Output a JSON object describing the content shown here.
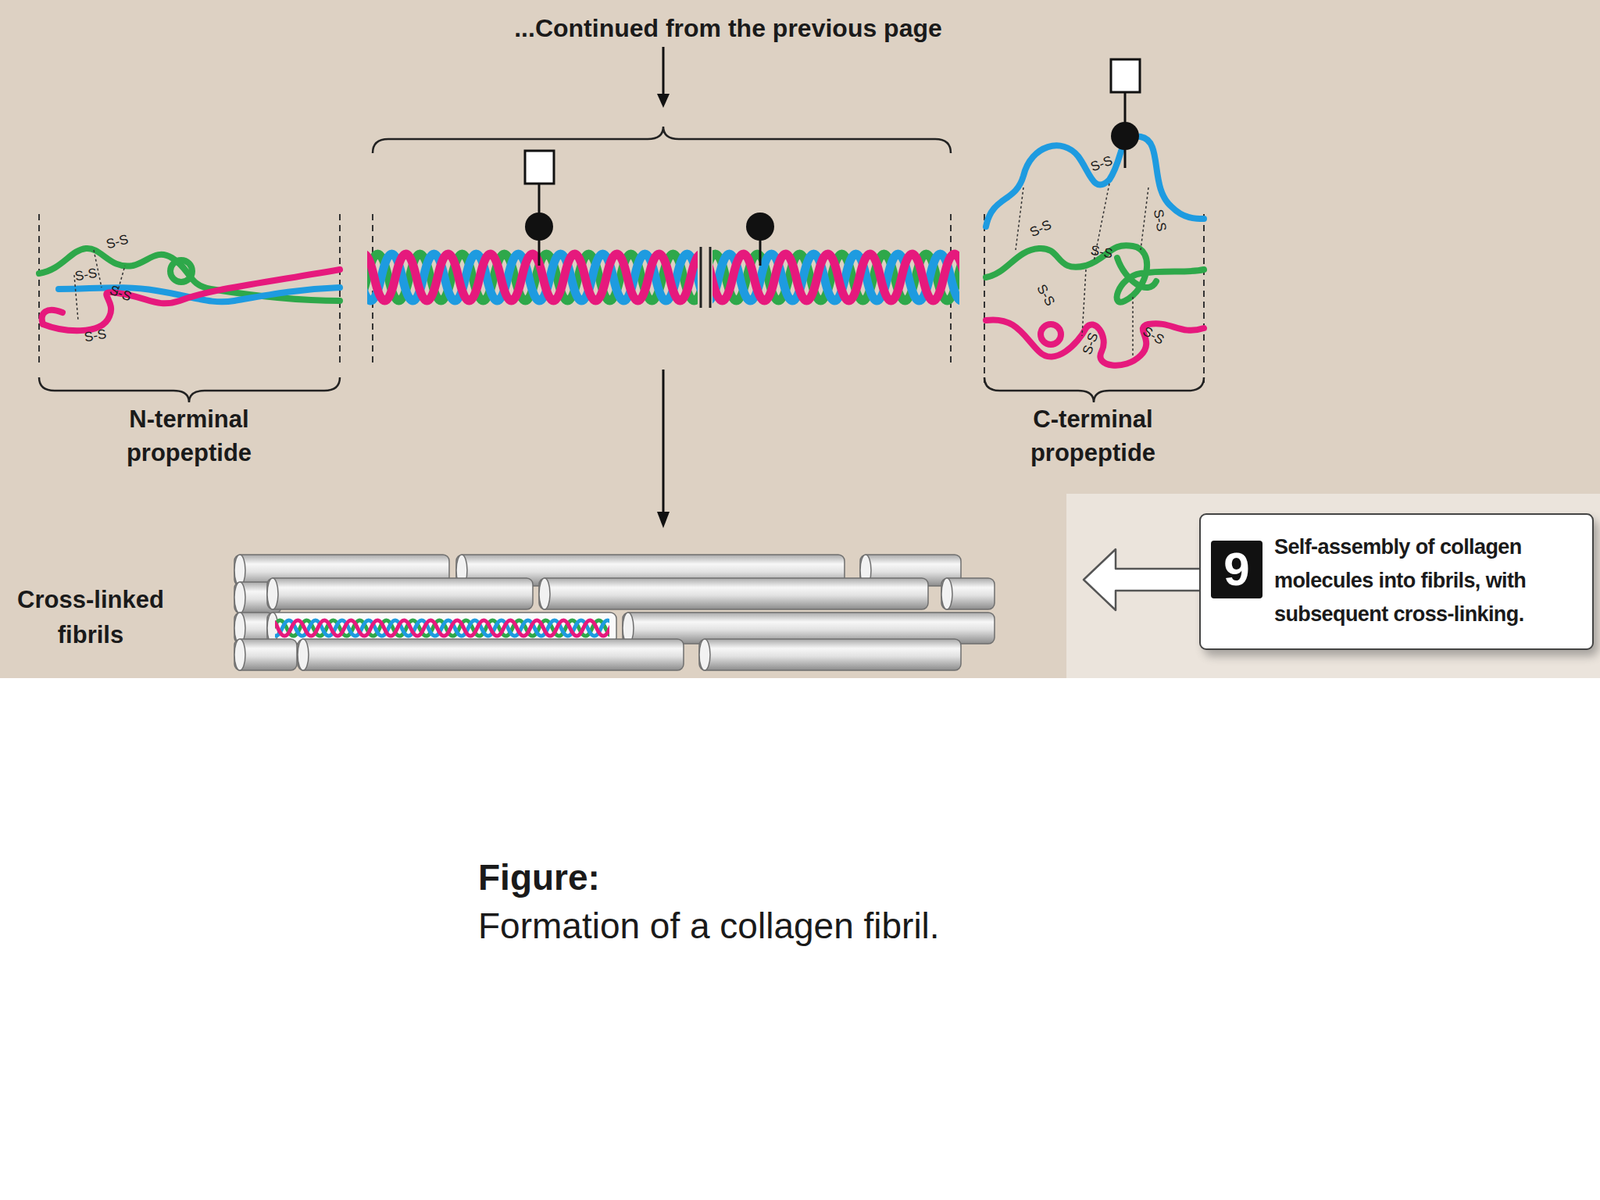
{
  "diagram": {
    "caption": "Formation of a collagen fibril.",
    "nodes": [
      {
        "text": [
          "Self-assembly of collagen molecules into fibrils, with subsequent cross-linking."
        ]
      },
      {
        "text": [
          "9"
        ],
        "in": 0
      }
    ],
    "labels": [
      "...Continued from the previous page",
      "N-terminal propeptide",
      "C-terminal propeptide",
      "Cross-linked fibrils",
      "Figure:",
      "S-S",
      "S-S",
      "S-S",
      "S-S",
      "S-S",
      "S-S",
      "S-S",
      "S-S",
      "S-S",
      "S-S",
      "S-S"
    ]
  }
}
